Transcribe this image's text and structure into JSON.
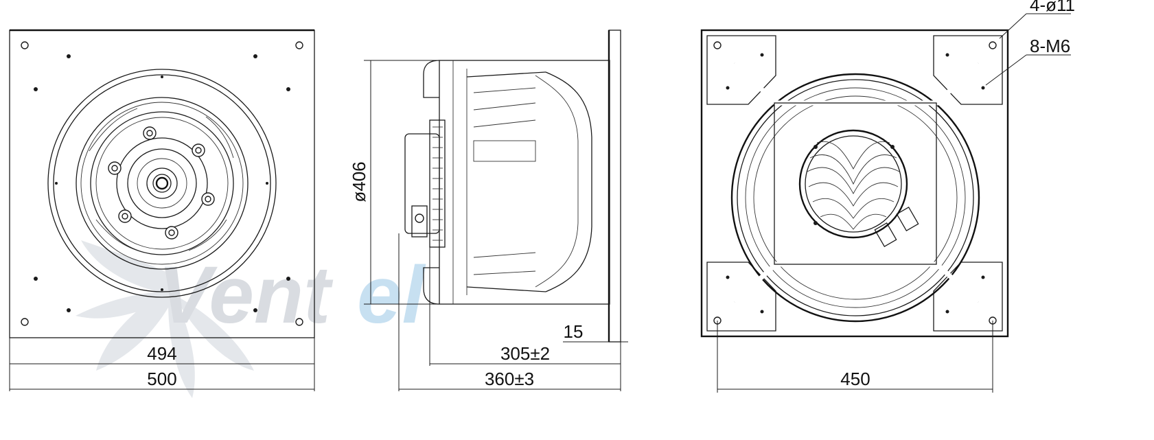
{
  "watermark": {
    "text_a": "Vent",
    "text_b": "el",
    "color_a": "#d5d9de",
    "color_b": "#c2ddf0"
  },
  "front_view": {
    "inner_width": "494",
    "outer_width": "500"
  },
  "side_view": {
    "diameter": "ø406",
    "flange": "15",
    "depth_inner": "305±2",
    "depth_total": "360±3"
  },
  "back_view": {
    "holes": "4-ø11",
    "threads": "8-M6",
    "hole_spacing": "450"
  },
  "colors": {
    "line": "#1a1a1a",
    "background": "#ffffff"
  }
}
